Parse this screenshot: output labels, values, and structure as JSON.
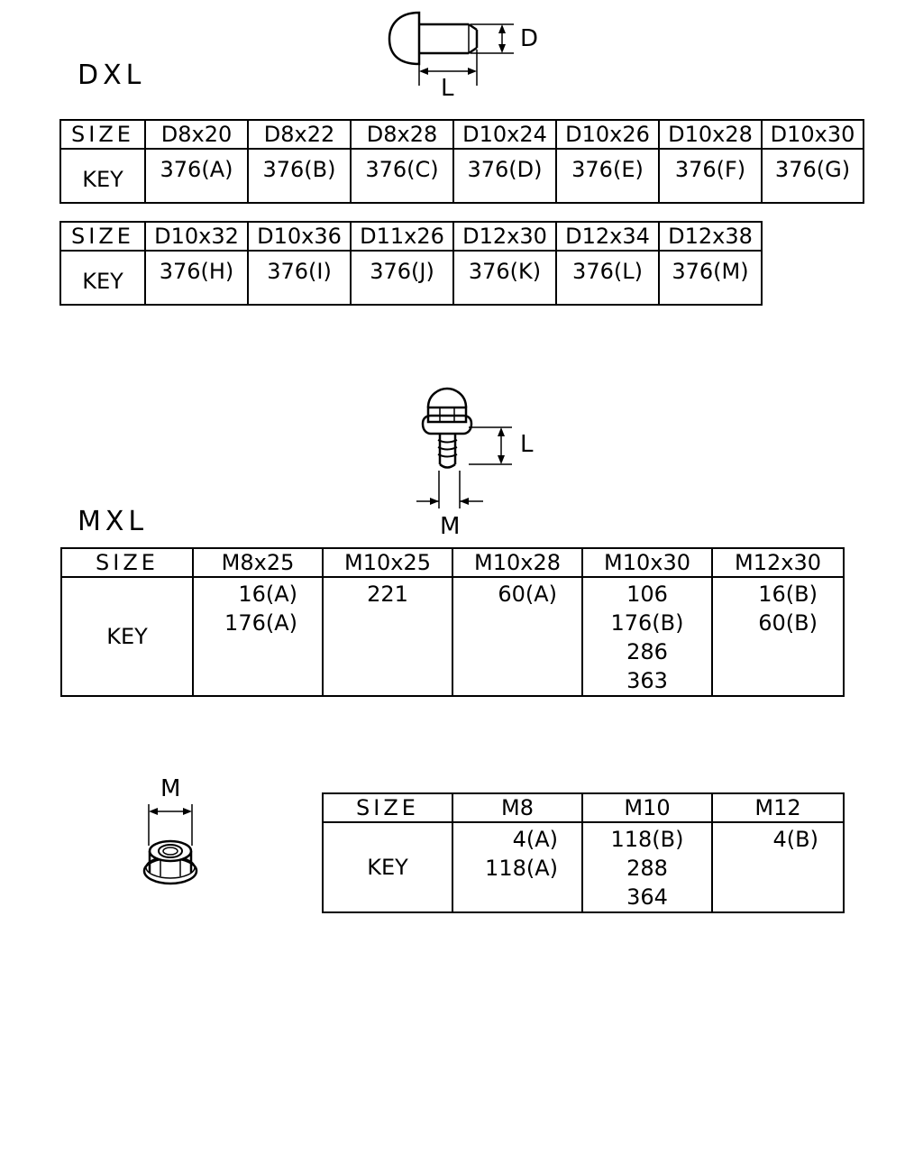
{
  "dxl": {
    "label": "DXL",
    "dim_d": "D",
    "dim_l": "L",
    "table1": {
      "size_label": "SIZE",
      "key_label": "KEY",
      "sizes": [
        "D8x20",
        "D8x22",
        "D8x28",
        "D10x24",
        "D10x26",
        "D10x28",
        "D10x30"
      ],
      "keys": [
        "376(A)",
        "376(B)",
        "376(C)",
        "376(D)",
        "376(E)",
        "376(F)",
        "376(G)"
      ]
    },
    "table2": {
      "size_label": "SIZE",
      "key_label": "KEY",
      "sizes": [
        "D10x32",
        "D10x36",
        "D11x26",
        "D12x30",
        "D12x34",
        "D12x38"
      ],
      "keys": [
        "376(H)",
        "376(I)",
        "376(J)",
        "376(K)",
        "376(L)",
        "376(M)"
      ]
    }
  },
  "mxl": {
    "label": "MXL",
    "dim_l": "L",
    "dim_m": "M",
    "table": {
      "size_label": "SIZE",
      "key_label": "KEY",
      "sizes": [
        "M8x25",
        "M10x25",
        "M10x28",
        "M10x30",
        "M12x30"
      ],
      "keys": [
        [
          "16(A)",
          "176(A)"
        ],
        [
          "221"
        ],
        [
          "60(A)"
        ],
        [
          "106",
          "176(B)",
          "286",
          "363"
        ],
        [
          "16(B)",
          "60(B)"
        ]
      ]
    }
  },
  "nut": {
    "dim_m": "M",
    "table": {
      "size_label": "SIZE",
      "key_label": "KEY",
      "sizes": [
        "M8",
        "M10",
        "M12"
      ],
      "keys": [
        [
          "4(A)",
          "118(A)"
        ],
        [
          "118(B)",
          "288",
          "364"
        ],
        [
          "4(B)"
        ]
      ]
    }
  }
}
